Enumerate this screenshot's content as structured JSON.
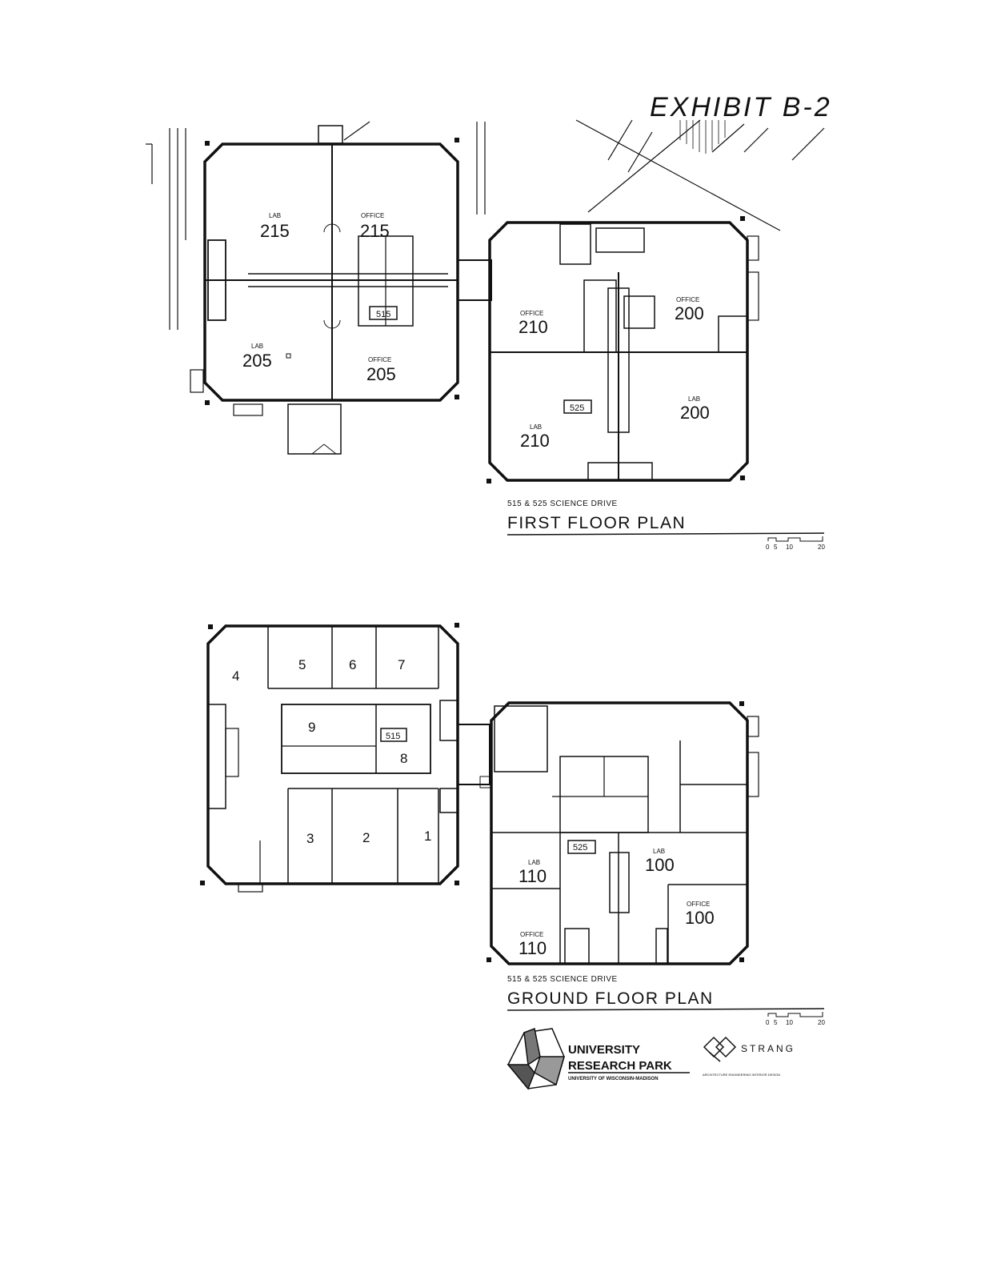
{
  "exhibit_label": "EXHIBIT B-2",
  "first_floor": {
    "address": "515 & 525 SCIENCE DRIVE",
    "title": "FIRST FLOOR PLAN",
    "building_515": "515",
    "building_525": "525",
    "rooms": [
      {
        "kind": "LAB",
        "number": "215"
      },
      {
        "kind": "OFFICE",
        "number": "215"
      },
      {
        "kind": "LAB",
        "number": "205"
      },
      {
        "kind": "OFFICE",
        "number": "205"
      },
      {
        "kind": "OFFICE",
        "number": "210"
      },
      {
        "kind": "OFFICE",
        "number": "200"
      },
      {
        "kind": "LAB",
        "number": "210"
      },
      {
        "kind": "LAB",
        "number": "200"
      }
    ]
  },
  "ground_floor": {
    "address": "515 & 525 SCIENCE DRIVE",
    "title": "GROUND FLOOR PLAN",
    "building_515": "515",
    "building_525": "525",
    "numbered_rooms": [
      "1",
      "2",
      "3",
      "4",
      "5",
      "6",
      "7",
      "8",
      "9"
    ],
    "rooms": [
      {
        "kind": "LAB",
        "number": "110"
      },
      {
        "kind": "LAB",
        "number": "100"
      },
      {
        "kind": "OFFICE",
        "number": "100"
      },
      {
        "kind": "OFFICE",
        "number": "110"
      }
    ]
  },
  "scale_bar": {
    "ticks": [
      "0",
      "5",
      "10",
      "20"
    ]
  },
  "logos": {
    "urp_line1": "UNIVERSITY",
    "urp_line2": "RESEARCH PARK",
    "urp_line3": "UNIVERSITY OF WISCONSIN-MADISON",
    "strang_name": "STRANG",
    "strang_sub": "ARCHITECTURE   ENGINEERING   INTERIOR DESIGN"
  }
}
